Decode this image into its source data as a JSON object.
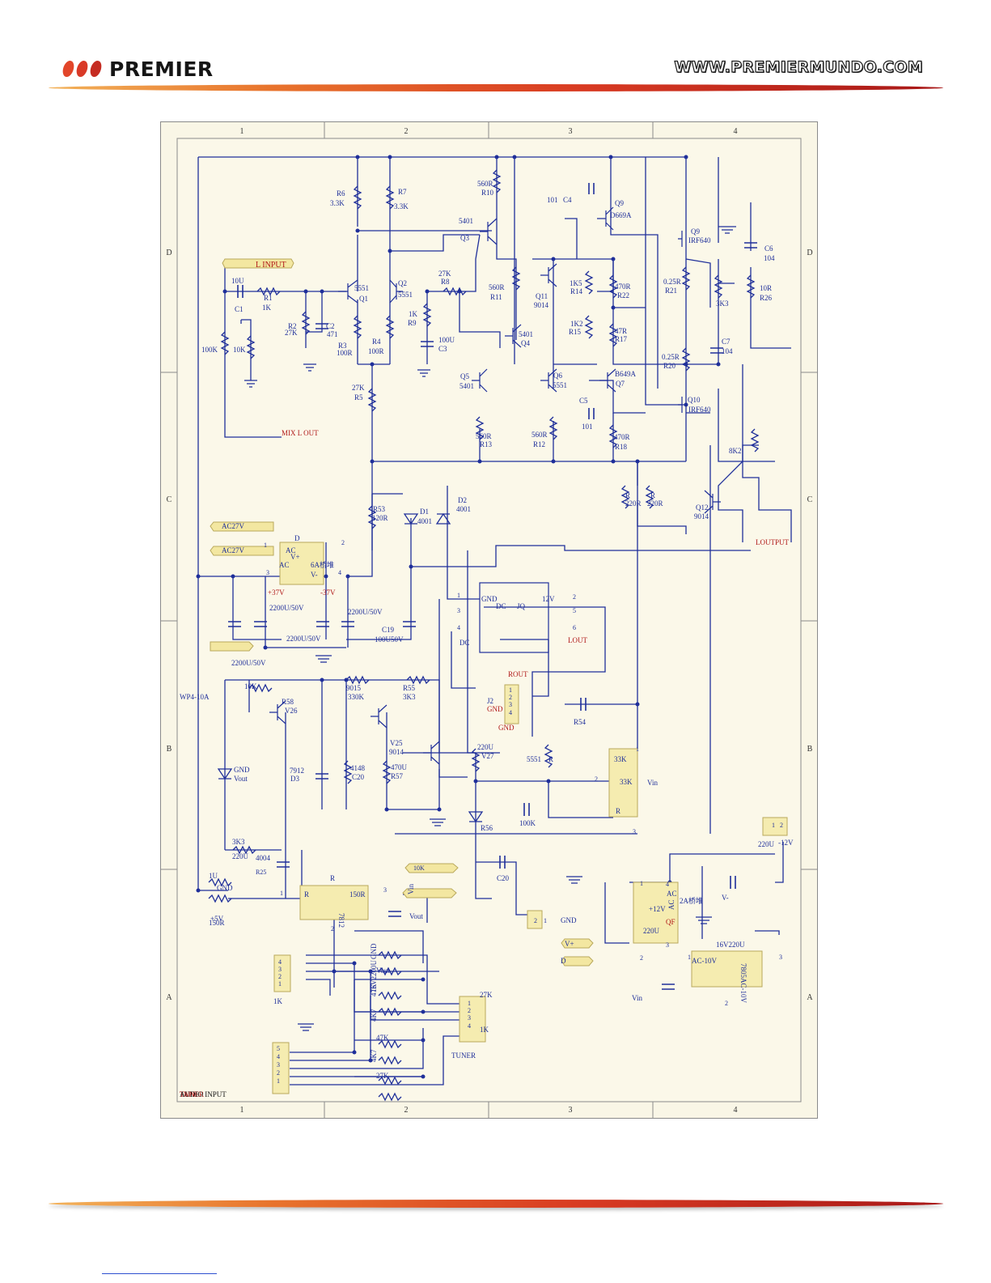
{
  "header": {
    "brand": "PREMIER",
    "url": "WWW.PREMIERMUNDO.COM"
  },
  "frame": {
    "col_labels": [
      "1",
      "2",
      "3",
      "4"
    ],
    "row_labels": [
      "D",
      "C",
      "B",
      "A"
    ]
  },
  "labels": [
    {
      "text": "R6",
      "c": "b"
    },
    {
      "text": "3.3K",
      "c": "b"
    },
    {
      "text": "R7",
      "c": "b"
    },
    {
      "text": "3.3K",
      "c": "b"
    },
    {
      "text": "560R",
      "c": "b"
    },
    {
      "text": "R10",
      "c": "b"
    },
    {
      "text": "101",
      "c": "b"
    },
    {
      "text": "C4",
      "c": "b"
    },
    {
      "text": "Q9",
      "c": "b"
    },
    {
      "text": "D669A",
      "c": "b"
    },
    {
      "text": "Q9",
      "c": "b"
    },
    {
      "text": "IRF640",
      "c": "b"
    },
    {
      "text": "C6",
      "c": "b"
    },
    {
      "text": "104",
      "c": "b"
    },
    {
      "text": "5401",
      "c": "b"
    },
    {
      "text": "Q3",
      "c": "b"
    },
    {
      "text": "L INPUT",
      "c": "r"
    },
    {
      "text": "27K",
      "c": "b"
    },
    {
      "text": "R8",
      "c": "b"
    },
    {
      "text": "5551",
      "c": "b"
    },
    {
      "text": "Q1",
      "c": "b"
    },
    {
      "text": "Q2",
      "c": "b"
    },
    {
      "text": "5551",
      "c": "b"
    },
    {
      "text": "560R",
      "c": "b"
    },
    {
      "text": "R11",
      "c": "b"
    },
    {
      "text": "Q11",
      "c": "b"
    },
    {
      "text": "9014",
      "c": "b"
    },
    {
      "text": "1K5",
      "c": "b"
    },
    {
      "text": "R14",
      "c": "b"
    },
    {
      "text": "470R",
      "c": "b"
    },
    {
      "text": "R22",
      "c": "b"
    },
    {
      "text": "0.25R",
      "c": "b"
    },
    {
      "text": "R21",
      "c": "b"
    },
    {
      "text": "3K3",
      "c": "b"
    },
    {
      "text": "10R",
      "c": "b"
    },
    {
      "text": "R26",
      "c": "b"
    },
    {
      "text": "10U",
      "c": "b"
    },
    {
      "text": "C1",
      "c": "b"
    },
    {
      "text": "R1",
      "c": "b"
    },
    {
      "text": "1K",
      "c": "b"
    },
    {
      "text": "R2",
      "c": "b"
    },
    {
      "text": "27K",
      "c": "b"
    },
    {
      "text": "C2",
      "c": "b"
    },
    {
      "text": "471",
      "c": "b"
    },
    {
      "text": "1K",
      "c": "b"
    },
    {
      "text": "R9",
      "c": "b"
    },
    {
      "text": "100U",
      "c": "b"
    },
    {
      "text": "C3",
      "c": "b"
    },
    {
      "text": "5401",
      "c": "b"
    },
    {
      "text": "Q4",
      "c": "b"
    },
    {
      "text": "1K2",
      "c": "b"
    },
    {
      "text": "R15",
      "c": "b"
    },
    {
      "text": "47R",
      "c": "b"
    },
    {
      "text": "R17",
      "c": "b"
    },
    {
      "text": "C7",
      "c": "b"
    },
    {
      "text": "104",
      "c": "b"
    },
    {
      "text": "100K",
      "c": "b"
    },
    {
      "text": "10K",
      "c": "b"
    },
    {
      "text": "R3",
      "c": "b"
    },
    {
      "text": "100R",
      "c": "b"
    },
    {
      "text": "R4",
      "c": "b"
    },
    {
      "text": "100R",
      "c": "b"
    },
    {
      "text": "0.25R",
      "c": "b"
    },
    {
      "text": "R20",
      "c": "b"
    },
    {
      "text": "Q5",
      "c": "b"
    },
    {
      "text": "5401",
      "c": "b"
    },
    {
      "text": "Q6",
      "c": "b"
    },
    {
      "text": "5551",
      "c": "b"
    },
    {
      "text": "B649A",
      "c": "b"
    },
    {
      "text": "Q7",
      "c": "b"
    },
    {
      "text": "27K",
      "c": "b"
    },
    {
      "text": "R5",
      "c": "b"
    },
    {
      "text": "C5",
      "c": "b"
    },
    {
      "text": "101",
      "c": "b"
    },
    {
      "text": "Q10",
      "c": "b"
    },
    {
      "text": "IRF640",
      "c": "b"
    },
    {
      "text": "MIX L OUT",
      "c": "r"
    },
    {
      "text": "560R",
      "c": "b"
    },
    {
      "text": "R13",
      "c": "b"
    },
    {
      "text": "560R",
      "c": "b"
    },
    {
      "text": "R12",
      "c": "b"
    },
    {
      "text": "470R",
      "c": "b"
    },
    {
      "text": "R18",
      "c": "b"
    },
    {
      "text": "8K2",
      "c": "b"
    },
    {
      "text": "R",
      "c": "b"
    },
    {
      "text": "220R",
      "c": "b"
    },
    {
      "text": "R",
      "c": "b"
    },
    {
      "text": "220R",
      "c": "b"
    },
    {
      "text": "R53",
      "c": "b"
    },
    {
      "text": "120R",
      "c": "b"
    },
    {
      "text": "D1",
      "c": "b"
    },
    {
      "text": "4001",
      "c": "b"
    },
    {
      "text": "D2",
      "c": "b"
    },
    {
      "text": "4001",
      "c": "b"
    },
    {
      "text": "Q12",
      "c": "b"
    },
    {
      "text": "9014",
      "c": "b"
    },
    {
      "text": "AC27V",
      "c": "b"
    },
    {
      "text": "AC27V",
      "c": "b"
    },
    {
      "text": "D",
      "c": "b"
    },
    {
      "text": "AC",
      "c": "b"
    },
    {
      "text": "AC",
      "c": "b"
    },
    {
      "text": "6A桥堆",
      "c": "b"
    },
    {
      "text": "V+",
      "c": "b"
    },
    {
      "text": "V-",
      "c": "b"
    },
    {
      "text": "LOUTPUT",
      "c": "r"
    },
    {
      "text": "+37V",
      "c": "r"
    },
    {
      "text": "-37V",
      "c": "r"
    },
    {
      "text": "2200U/50V",
      "c": "b"
    },
    {
      "text": "2200U/50V",
      "c": "b"
    },
    {
      "text": "2200U/50V",
      "c": "b"
    },
    {
      "text": "2200U/50V",
      "c": "b"
    },
    {
      "text": "C19",
      "c": "b"
    },
    {
      "text": "100U50V",
      "c": "b"
    },
    {
      "text": "GND",
      "c": "b"
    },
    {
      "text": "DC",
      "c": "b"
    },
    {
      "text": "JQ",
      "c": "b"
    },
    {
      "text": "12V",
      "c": "b"
    },
    {
      "text": "DC",
      "c": "b"
    },
    {
      "text": "LOUT",
      "c": "r"
    },
    {
      "text": "ROUT",
      "c": "r"
    },
    {
      "text": "J2",
      "c": "b"
    },
    {
      "text": "GND",
      "c": "r"
    },
    {
      "text": "GND",
      "c": "r"
    },
    {
      "text": "WP4-10A",
      "c": "b"
    },
    {
      "text": "10K",
      "c": "b"
    },
    {
      "text": "R58",
      "c": "b"
    },
    {
      "text": "V26",
      "c": "b"
    },
    {
      "text": "9015",
      "c": "b"
    },
    {
      "text": "330K",
      "c": "b"
    },
    {
      "text": "R55",
      "c": "b"
    },
    {
      "text": "3K3",
      "c": "b"
    },
    {
      "text": "R54",
      "c": "b"
    },
    {
      "text": "V25",
      "c": "b"
    },
    {
      "text": "9014",
      "c": "b"
    },
    {
      "text": "220U",
      "c": "b"
    },
    {
      "text": "V27",
      "c": "b"
    },
    {
      "text": "5551",
      "c": "b"
    },
    {
      "text": "R",
      "c": "b"
    },
    {
      "text": "33K",
      "c": "b"
    },
    {
      "text": "33K",
      "c": "b"
    },
    {
      "text": "R",
      "c": "b"
    },
    {
      "text": "Vin",
      "c": "b"
    },
    {
      "text": "GND",
      "c": "b"
    },
    {
      "text": "Vout",
      "c": "b"
    },
    {
      "text": "7912",
      "c": "b"
    },
    {
      "text": "D3",
      "c": "b"
    },
    {
      "text": "4148",
      "c": "b"
    },
    {
      "text": "C20",
      "c": "b"
    },
    {
      "text": "470U",
      "c": "b"
    },
    {
      "text": "R57",
      "c": "b"
    },
    {
      "text": "100K",
      "c": "b"
    },
    {
      "text": "R56",
      "c": "b"
    },
    {
      "text": "3K3",
      "c": "b"
    },
    {
      "text": "220U",
      "c": "b"
    },
    {
      "text": "4004",
      "c": "b"
    },
    {
      "text": "R25",
      "c": "b"
    },
    {
      "text": "10K",
      "c": "b"
    },
    {
      "text": "C20",
      "c": "b"
    },
    {
      "text": "220U",
      "c": "b"
    },
    {
      "text": "-12V",
      "c": "b"
    },
    {
      "text": "1U",
      "c": "b"
    },
    {
      "text": "GND",
      "c": "b"
    },
    {
      "text": "+5V",
      "c": "b"
    },
    {
      "text": "150R",
      "c": "b"
    },
    {
      "text": "R",
      "c": "b"
    },
    {
      "text": "R",
      "c": "b"
    },
    {
      "text": "150R",
      "c": "b"
    },
    {
      "text": "7812",
      "c": "b"
    },
    {
      "text": "Vin",
      "c": "b"
    },
    {
      "text": "Vout",
      "c": "b"
    },
    {
      "text": "GND",
      "c": "b"
    },
    {
      "text": "+12V",
      "c": "b"
    },
    {
      "text": "220U",
      "c": "b"
    },
    {
      "text": "QF",
      "c": "r"
    },
    {
      "text": "AC",
      "c": "b"
    },
    {
      "text": "AC",
      "c": "b"
    },
    {
      "text": "2A桥堆",
      "c": "b"
    },
    {
      "text": "V-",
      "c": "b"
    },
    {
      "text": "V+",
      "c": "b"
    },
    {
      "text": "D",
      "c": "b"
    },
    {
      "text": "16V220U",
      "c": "b"
    },
    {
      "text": "AC-10V",
      "c": "b"
    },
    {
      "text": "AC-10V",
      "c": "b"
    },
    {
      "text": "7805",
      "c": "b"
    },
    {
      "text": "Vin",
      "c": "b"
    },
    {
      "text": "GND",
      "c": "b"
    },
    {
      "text": "Vout",
      "c": "b"
    },
    {
      "text": "16V2200U",
      "c": "b"
    },
    {
      "text": "47K",
      "c": "b"
    },
    {
      "text": "4K7",
      "c": "b"
    },
    {
      "text": "47K",
      "c": "b"
    },
    {
      "text": "4K7",
      "c": "b"
    },
    {
      "text": "27K",
      "c": "b"
    },
    {
      "text": "1K",
      "c": "b"
    },
    {
      "text": "27K",
      "c": "b"
    },
    {
      "text": "1K",
      "c": "b"
    },
    {
      "text": "TUNER",
      "c": "b"
    },
    {
      "text": "TUNER",
      "c": "r"
    },
    {
      "text": "TAPE",
      "c": "r"
    },
    {
      "text": "AUDIO INPUT",
      "c": "k"
    }
  ],
  "pins": {
    "j2": [
      "1",
      "2",
      "3",
      "4"
    ],
    "tuner": [
      "4",
      "3",
      "2",
      "1"
    ],
    "tape_block": [
      "5",
      "4",
      "3",
      "2",
      "1"
    ],
    "tuner_tape": [
      "1",
      "2",
      "3",
      "4"
    ],
    "relay": [
      "1",
      "2",
      "3",
      "4",
      "5",
      "6"
    ],
    "bridge_6a": [
      "1",
      "2",
      "3",
      "4"
    ],
    "bridge_2a": [
      "1",
      "2",
      "3",
      "4"
    ],
    "reg_7912": [
      "1",
      "2",
      "3"
    ],
    "reg_7812": [
      "1",
      "2",
      "3"
    ],
    "reg_7805": [
      "1",
      "2",
      "3"
    ],
    "qf": [
      "2",
      "1"
    ],
    "pwr_conn": [
      "1",
      "2"
    ]
  },
  "colors": {
    "wire": "#1f2f9a",
    "label": "#1f2f9a",
    "net": "#b01818",
    "tag": "#f3e7a1",
    "block": "#f5ecb0",
    "sheet": "#f9f6e6",
    "border": "#8a8a8a"
  }
}
